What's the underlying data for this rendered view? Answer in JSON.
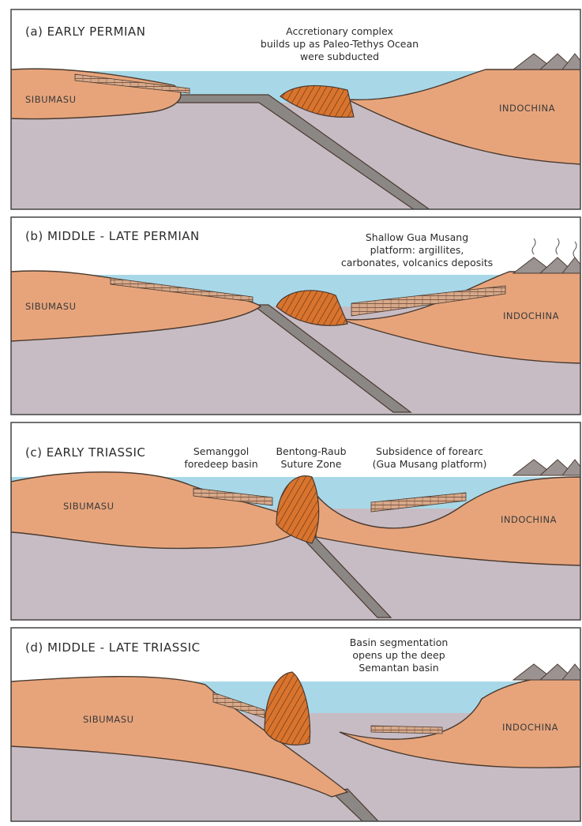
{
  "colors": {
    "sea": "#a8d8e8",
    "crust": "#e7a47b",
    "crust_edge": "#4a3a30",
    "mantle": "#c7bcc4",
    "slab": "#8b8785",
    "wedge": "#d9742e",
    "sediment": "#d7a98a",
    "volcano": "#9a9392",
    "frame": "#444444"
  },
  "panels": [
    {
      "title": "(a) EARLY PERMIAN",
      "notes": [
        {
          "lines": [
            "Accretionary complex",
            "builds up as Paleo-Tethys Ocean",
            "were subducted"
          ]
        }
      ],
      "labels": {
        "west": "SIBUMASU",
        "east": "INDOCHINA"
      }
    },
    {
      "title": "(b) MIDDLE - LATE PERMIAN",
      "notes": [
        {
          "lines": [
            "Shallow Gua Musang",
            "platform: argillites,",
            "carbonates, volcanics deposits"
          ]
        }
      ],
      "labels": {
        "west": "SIBUMASU",
        "east": "INDOCHINA"
      }
    },
    {
      "title": "(c) EARLY TRIASSIC",
      "notes": [
        {
          "lines": [
            "Semanggol",
            "foredeep basin"
          ]
        },
        {
          "lines": [
            "Bentong-Raub",
            "Suture Zone"
          ]
        },
        {
          "lines": [
            "Subsidence of forearc",
            "(Gua Musang platform)"
          ]
        }
      ],
      "labels": {
        "west": "SIBUMASU",
        "east": "INDOCHINA"
      }
    },
    {
      "title": "(d) MIDDLE - LATE TRIASSIC",
      "notes": [
        {
          "lines": [
            "Basin segmentation",
            "opens up the deep",
            "Semantan basin"
          ]
        }
      ],
      "labels": {
        "west": "SIBUMASU",
        "east": "INDOCHINA"
      }
    }
  ]
}
